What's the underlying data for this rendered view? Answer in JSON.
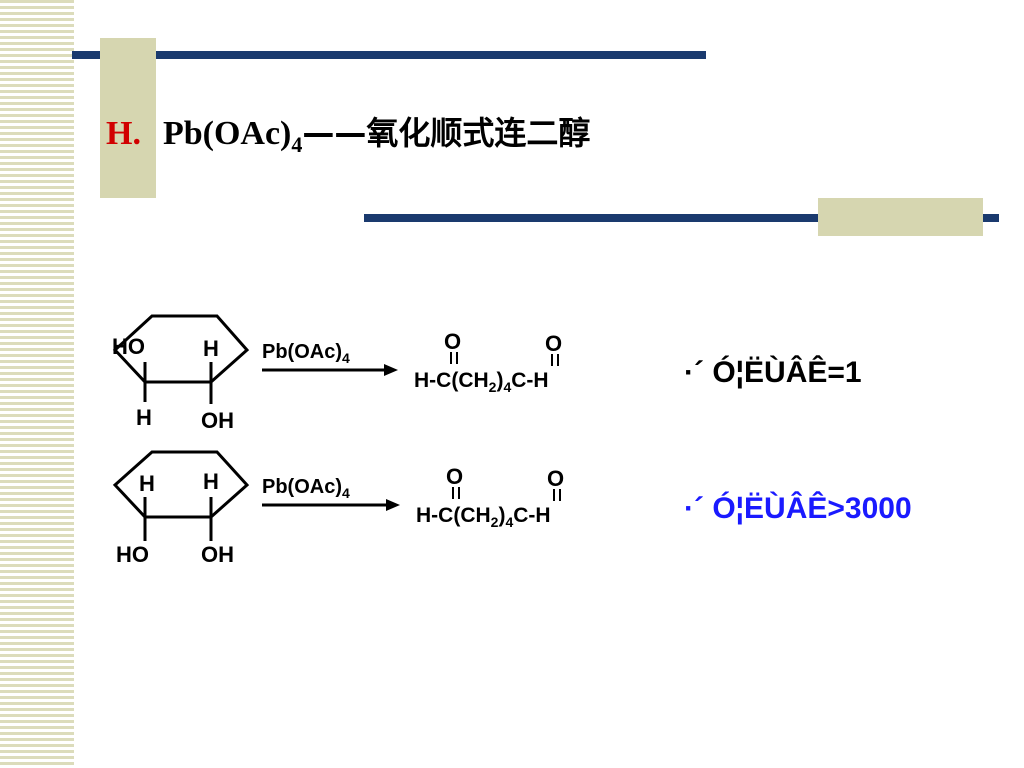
{
  "slide": {
    "section_letter": "H.",
    "title_reagent": "Pb(OAc)",
    "title_reagent_subscript": "4",
    "title_rest": "——氧化顺式连二醇"
  },
  "reactions": [
    {
      "ring": {
        "top_left": "HO",
        "top_right": "H",
        "bottom_left": "H",
        "bottom_right": "OH"
      },
      "reagent": "Pb(OAc)",
      "reagent_subscript": "4",
      "product": {
        "oxygen_left": "O",
        "oxygen_right": "O",
        "formula_start": "H-C(CH",
        "sub1": "2",
        "formula_mid": ")",
        "sub2": "4",
        "formula_end": "C-H"
      },
      "rate_note": "·´ Ó¦ËÙÂÊ=1",
      "rate_color": "#000000"
    },
    {
      "ring": {
        "top_left": "H",
        "top_right": "H",
        "bottom_left": "HO",
        "bottom_right": "OH"
      },
      "reagent": "Pb(OAc)",
      "reagent_subscript": "4",
      "product": {
        "oxygen_left": "O",
        "oxygen_right": "O",
        "formula_start": "H-C(CH",
        "sub1": "2",
        "formula_mid": ")",
        "sub2": "4",
        "formula_end": "C-H"
      },
      "rate_note": "·´ Ó¦ËÙÂÊ>3000",
      "rate_color": "#1a1aff"
    }
  ]
}
